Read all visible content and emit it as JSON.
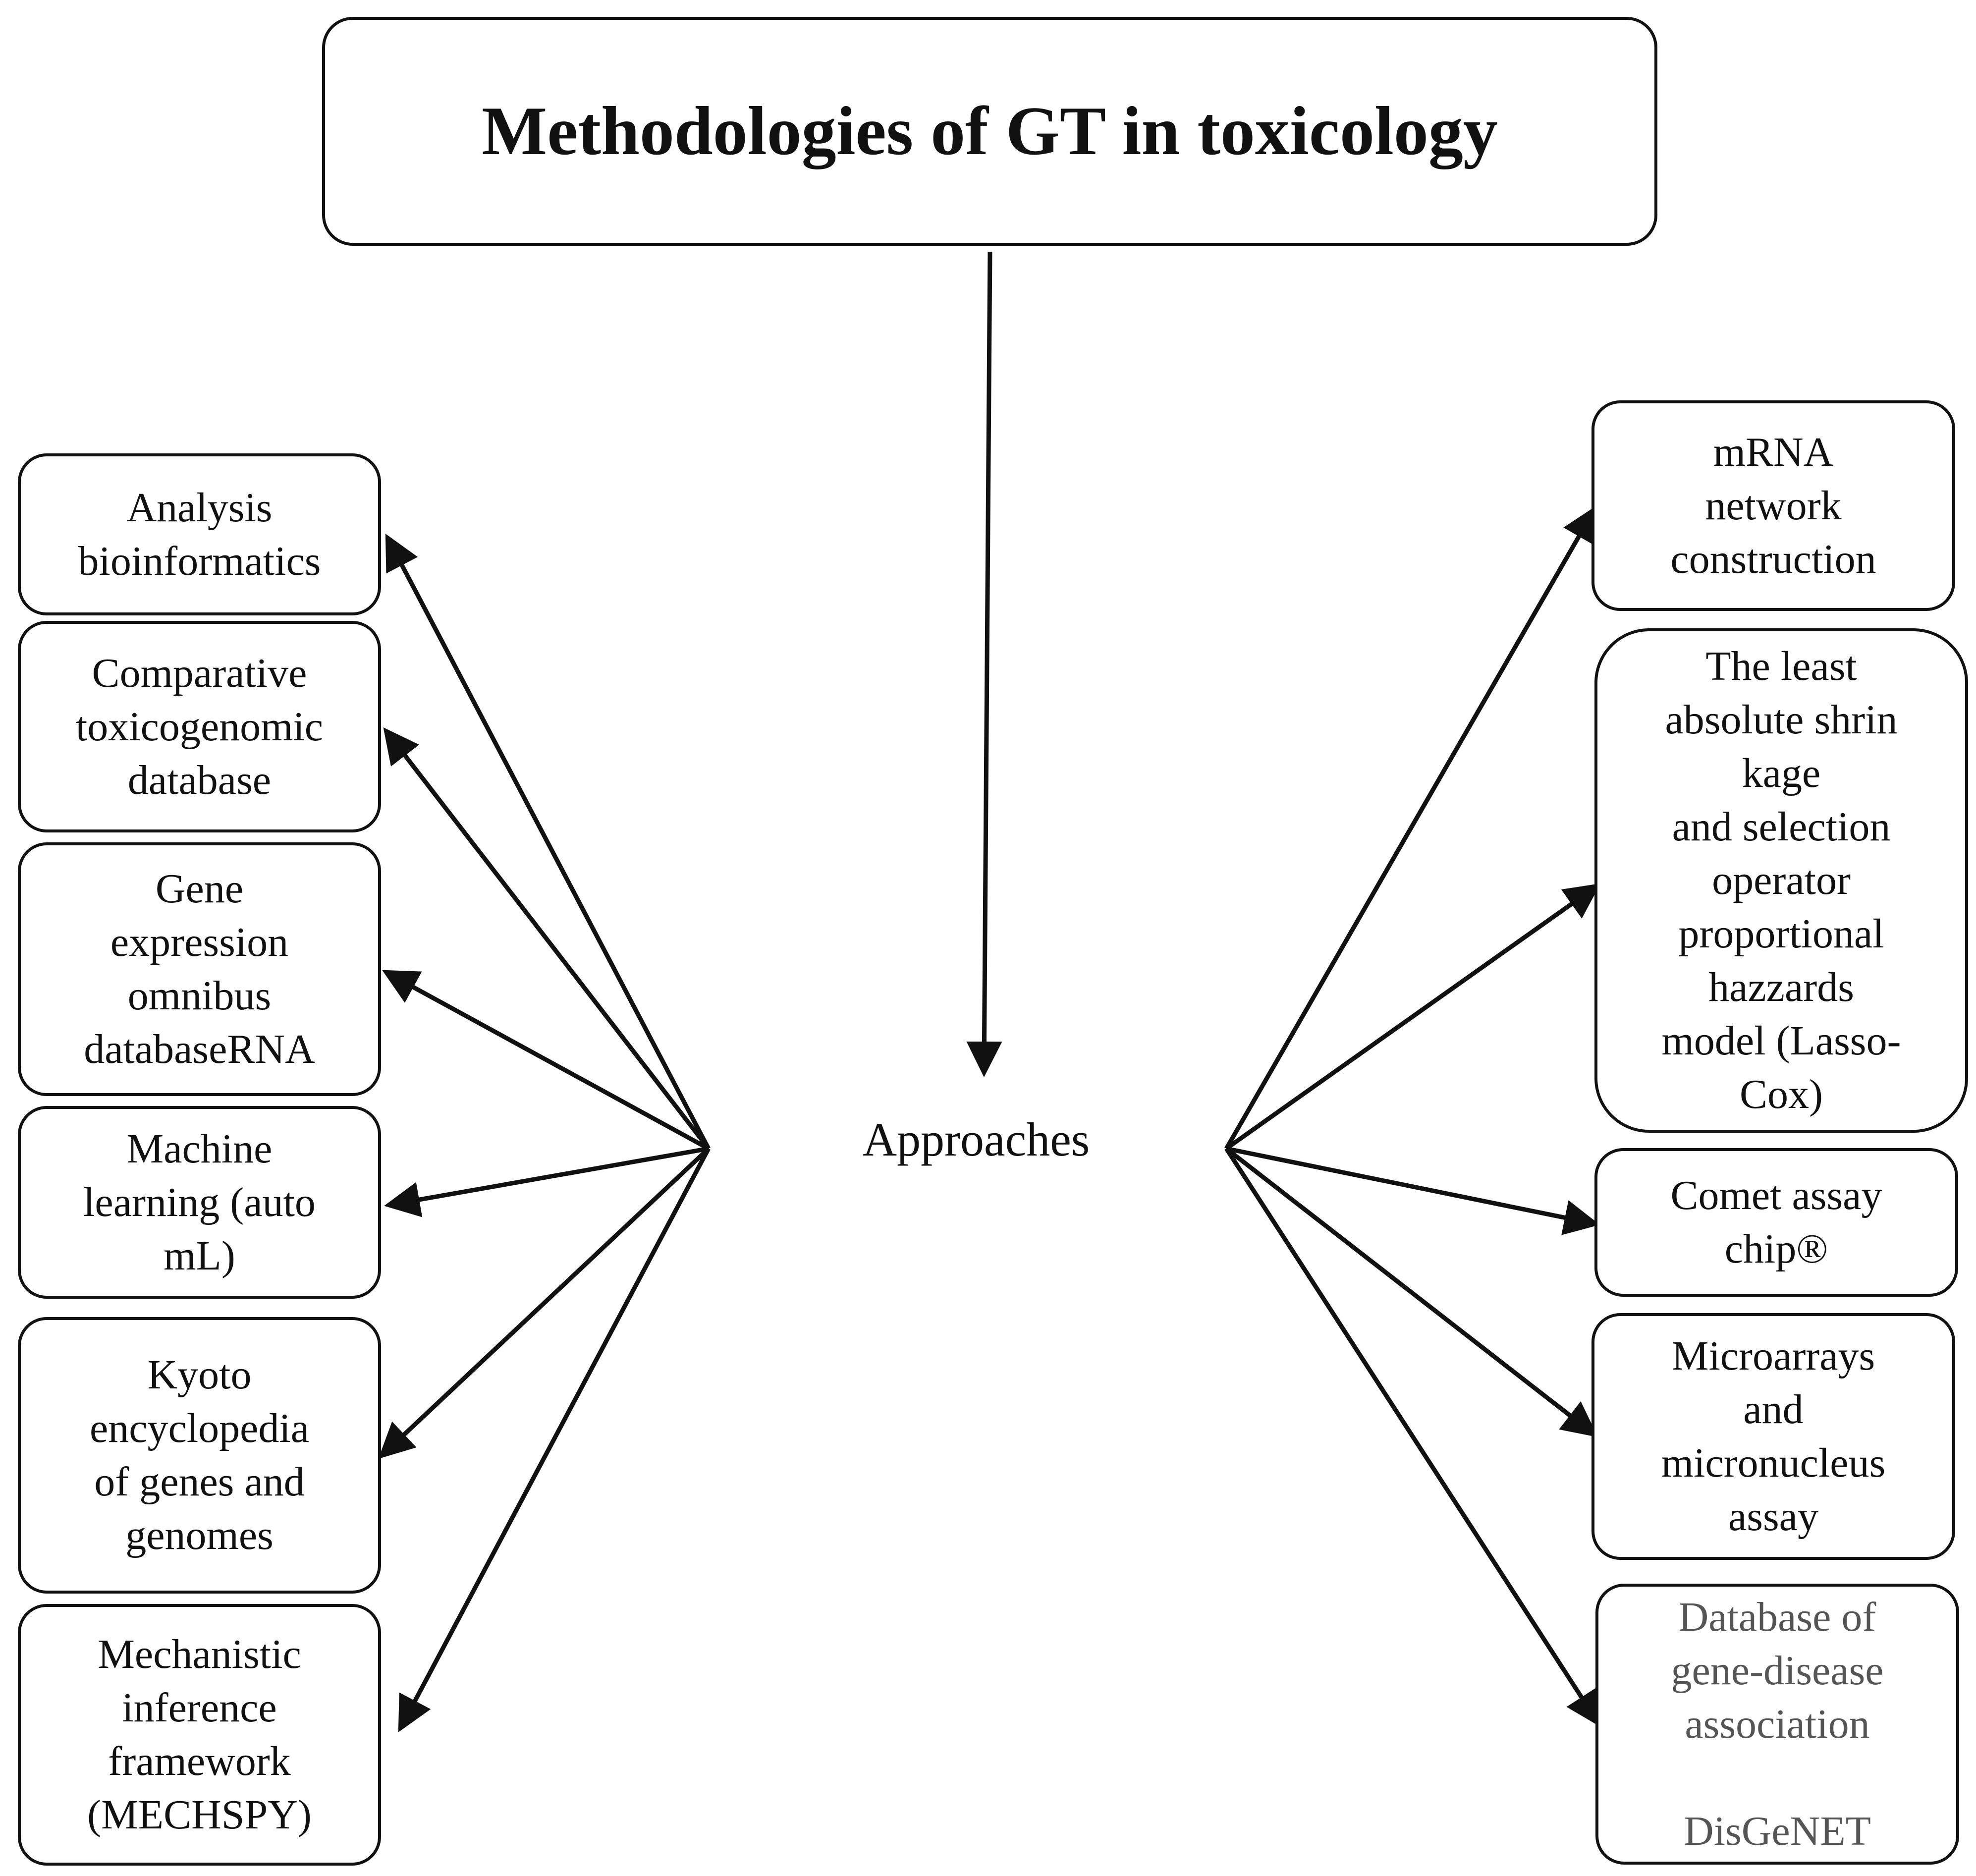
{
  "title": "Methodologies  of GT in toxicology",
  "center_label": "Approaches",
  "left_boxes": [
    {
      "text": "Analysis\nbioinformatics"
    },
    {
      "text": "Comparative\ntoxicogenomic\ndatabase"
    },
    {
      "text": "Gene\nexpression\nomnibus\ndatabaseRNA"
    },
    {
      "text": "Machine\nlearning (auto\nmL)"
    },
    {
      "text": "Kyoto\nencyclopedia\nof genes and\ngenomes"
    },
    {
      "text": "Mechanistic\ninference\nframework\n(MECHSPY)"
    }
  ],
  "right_boxes": [
    {
      "text": "mRNA\nnetwork\nconstruction"
    },
    {
      "text": "The least\nabsolute shrin\nkage\nand selection\noperator\nproportional\nhazzards\nmodel (Lasso-\nCox)"
    },
    {
      "text": "Comet assay\nchip®"
    },
    {
      "text": "Microarrays\nand\nmicronucleus\nassay"
    },
    {
      "text": "Database of\ngene-disease\nassociation\n\nDisGeNET"
    }
  ]
}
